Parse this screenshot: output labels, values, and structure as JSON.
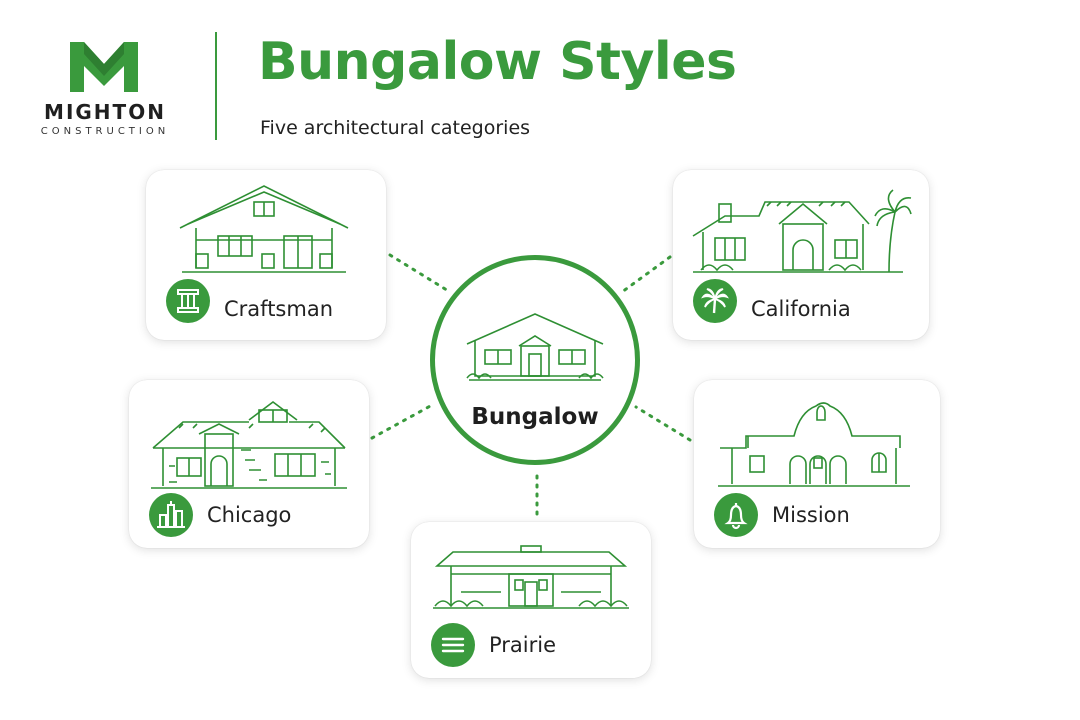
{
  "brand": {
    "name": "MIGHTON",
    "tagline": "CONSTRUCTION",
    "color": "#3a9a3d"
  },
  "header": {
    "title": "Bungalow Styles",
    "subtitle": "Five architectural categories"
  },
  "center": {
    "label": "Bungalow",
    "icon": "bungalow-house-icon"
  },
  "categories": [
    {
      "label": "Craftsman",
      "icon": "column-icon"
    },
    {
      "label": "California",
      "icon": "palm-tree-icon"
    },
    {
      "label": "Chicago",
      "icon": "skyline-icon"
    },
    {
      "label": "Mission",
      "icon": "bell-icon"
    },
    {
      "label": "Prairie",
      "icon": "horizontal-lines-icon"
    }
  ]
}
